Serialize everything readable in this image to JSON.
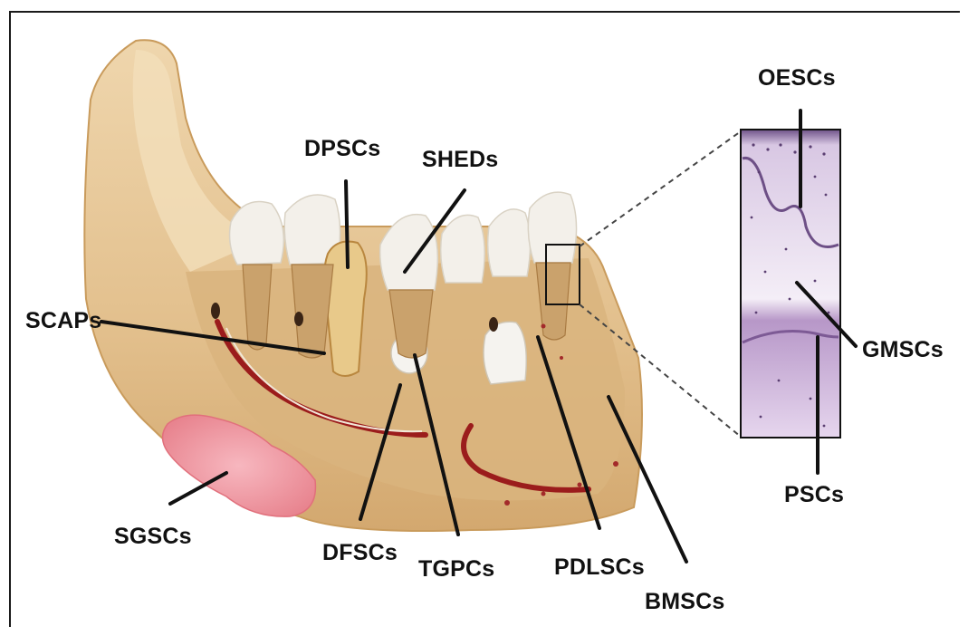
{
  "labels": {
    "oescs": "OESCs",
    "dpscs": "DPSCs",
    "sheds": "SHEDs",
    "scaps": "SCAPs",
    "gmscs": "GMSCs",
    "sgscs": "SGSCs",
    "dfscs": "DFSCs",
    "tgpcs": "TGPCs",
    "pdlscs": "PDLSCs",
    "bmscs": "BMSCs",
    "pscs": "PSCs"
  },
  "colors": {
    "bone": "#e6c799",
    "bone_dark": "#c99f66",
    "enamel": "#f2efe8",
    "nerve": "#9b1c1c",
    "gland": "#ef9aa5",
    "tissue_top": "#c9b6d6",
    "tissue_bottom": "#e2d3ea",
    "leader": "#111111"
  }
}
